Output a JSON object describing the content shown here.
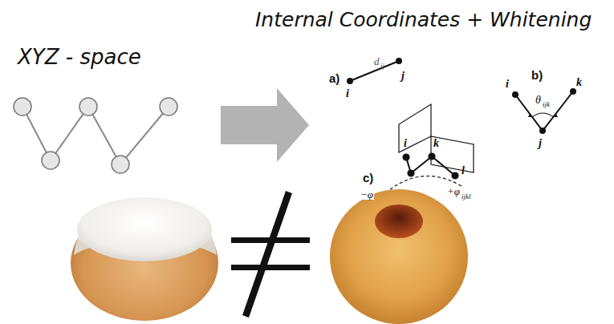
{
  "diagram": {
    "labels": [
      "XYZ - space",
      "Internal Coordinates + Whitening",
      "a)",
      "d",
      "ij",
      "i",
      "j",
      "b)",
      "θ",
      "ijk",
      "i",
      "k",
      "j",
      "c)",
      "i",
      "k",
      "l",
      "−φ",
      "+φ",
      "ijkl"
    ]
  }
}
